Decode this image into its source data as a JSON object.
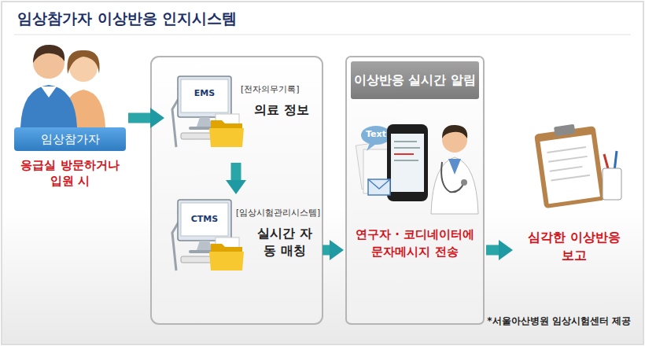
{
  "diagram": {
    "title": "임상참가자 이상반응 인지시스템",
    "caption": "*서울아산병원 임상시험센터 제공",
    "nodes": [
      {
        "text": [
          "임상참가자",
          "응급실 방문하거나 입원 시"
        ]
      },
      {
        "text": [
          "EMS",
          "[전자의무기록]",
          "의료 정보"
        ]
      },
      {
        "text": [
          "CTMS",
          "[임상시험관리시스템]",
          "실시간 자동 매칭"
        ]
      },
      {
        "text": [
          "이상반응 실시간 알림",
          "연구자 · 코디네이터에 문자메시지 전송"
        ]
      },
      {
        "text": [
          "심각한 이상반응 보고"
        ]
      }
    ],
    "edges": [
      {
        "from": 0,
        "to": 1,
        "arrow": "to"
      },
      {
        "from": 1,
        "to": 2,
        "arrow": "to"
      },
      {
        "from": 2,
        "to": 3,
        "arrow": "to"
      },
      {
        "from": 3,
        "to": 4,
        "arrow": "to"
      }
    ],
    "labels": [
      "Text"
    ]
  }
}
